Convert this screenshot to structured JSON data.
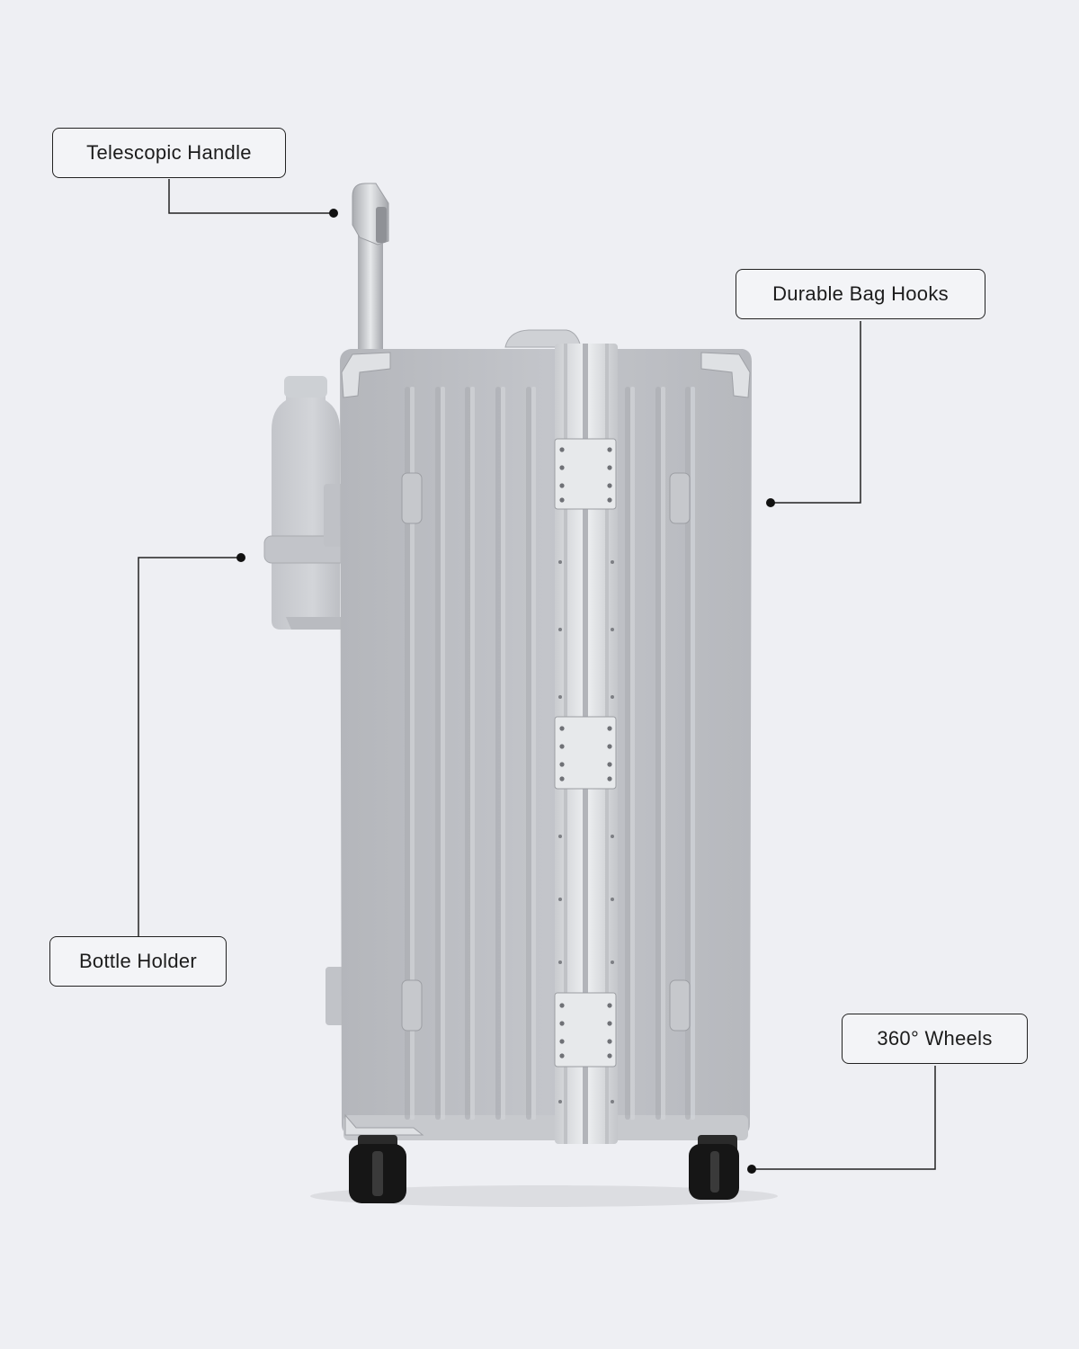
{
  "callouts": {
    "telescopic_handle": "Telescopic Handle",
    "durable_bag_hooks": "Durable Bag Hooks",
    "bottle_holder": "Bottle Holder",
    "wheels": "360° Wheels"
  },
  "colors": {
    "background": "#eeeff3",
    "shell": "#bcbec3",
    "frame": "#d8dadd",
    "wheel": "#161616",
    "leader": "#222222"
  }
}
